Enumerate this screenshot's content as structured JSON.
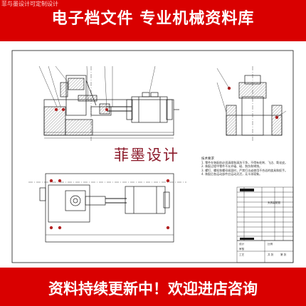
{
  "header": {
    "watermark_small": "菲与墨设计可定制设计",
    "title": "电子档文件  专业机械资料库"
  },
  "drawing": {
    "watermark": "菲墨设计",
    "technical_requirements": {
      "title": "技术要求",
      "lines": [
        "1. 零件在装配前必须清理和清洗干净，不得有毛刺、飞边、氧化皮。",
        "2. 装配过程中零件不允许磕、碰、划伤和锈蚀。",
        "3. 螺钉、螺栓和螺母紧固时，严禁打击或使用不合适的旋具和扳手。",
        "4. 装配后各运动部件应运动灵活，无卡滞现象。"
      ]
    },
    "title_block": {
      "labels": [
        "夹具装配图",
        "设计",
        "审核",
        "工艺",
        "比例",
        "共 张",
        "第 张"
      ]
    },
    "colors": {
      "line": "#1a1a1a",
      "callout": "#b22222",
      "hatch": "#555555",
      "paper": "#ffffff"
    }
  },
  "footer": {
    "slogan": "资料持续更新中！欢迎进店咨询"
  }
}
